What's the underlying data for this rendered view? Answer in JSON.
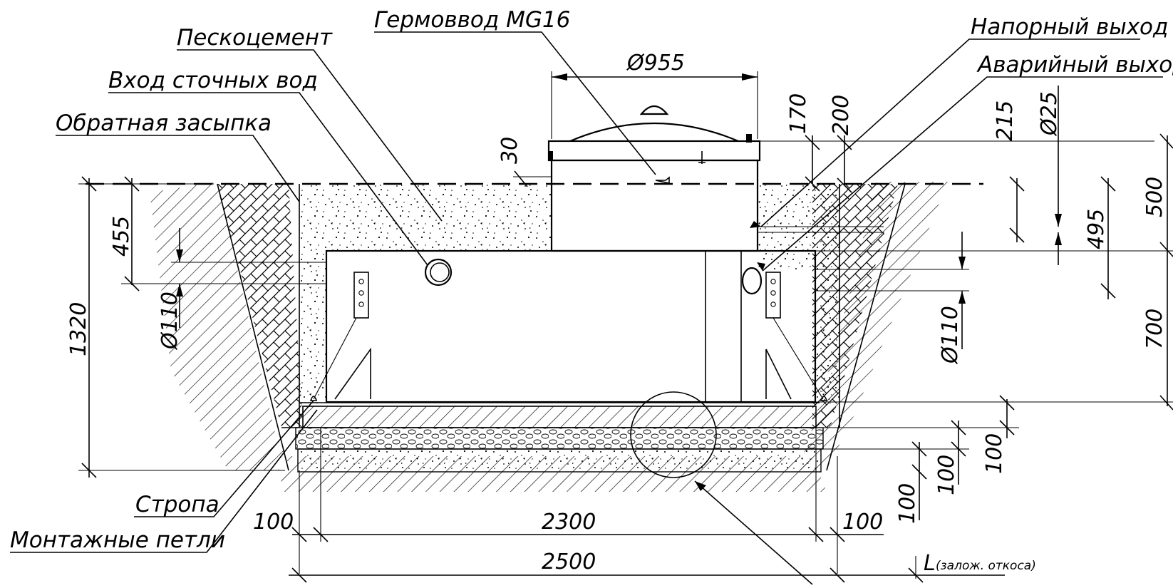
{
  "labels": {
    "peskocement": "Пескоцемент",
    "hermovvod": "Гермоввод MG16",
    "vhod": "Вход сточных вод",
    "zasypka": "Обратная засыпка",
    "naporny": "Напорный выход",
    "avariyny": "Аварийный выход",
    "stropa": "Стропа",
    "petli": "Монтажные петли"
  },
  "dimensions": {
    "d955": "Ø955",
    "d30": "30",
    "d170": "170",
    "d200": "200",
    "d215": "215",
    "d25": "Ø25",
    "d455": "455",
    "d110_left": "Ø110",
    "d1320": "1320",
    "d500": "500",
    "d495": "495",
    "d700": "700",
    "d110_right": "Ø110",
    "d100_a": "100",
    "d100_b": "100",
    "d100_c": "100",
    "d100_left": "100",
    "d2300": "2300",
    "d100_right": "100",
    "d2500": "2500",
    "L": "L",
    "L_note": "(залож. откоса)"
  }
}
